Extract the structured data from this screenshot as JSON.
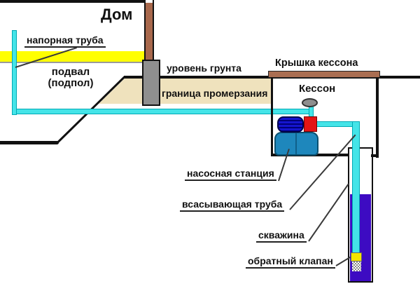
{
  "diagram": {
    "type": "schematic",
    "subject": "well water supply system for a house",
    "language": "ru"
  },
  "labels": {
    "house": "Дом",
    "pressure_pipe": "напорная труба",
    "basement_line1": "подвал",
    "basement_line2": "(подпол)",
    "ground_level": "уровень грунта",
    "frost_line": "граница промерзания",
    "caisson_cover": "Крышка кессона",
    "caisson": "Кессон",
    "pump_station": "насосная станция",
    "suction_pipe": "всасывающая труба",
    "well": "скважина",
    "check_valve": "обратный клапан"
  },
  "colors": {
    "pipe_cyan": "#44E4E8",
    "pipe_border": "#00A9B4",
    "pressure_band_yellow": "#FFFF00",
    "frost_band_tan": "#EFE2BD",
    "caisson_cover_brown": "#AA6E52",
    "house_wall_brown": "#A8684C",
    "foundation_gray": "#8F8F8F",
    "pump_motor_blue": "#1515CE",
    "pump_head_red": "#E41414",
    "pump_tank_teal": "#1E87BC",
    "well_water_purple": "#3D0BC2",
    "check_valve_yellow": "#F5E400",
    "gauge_gray": "#8E8E8E",
    "line_black": "#111111"
  }
}
